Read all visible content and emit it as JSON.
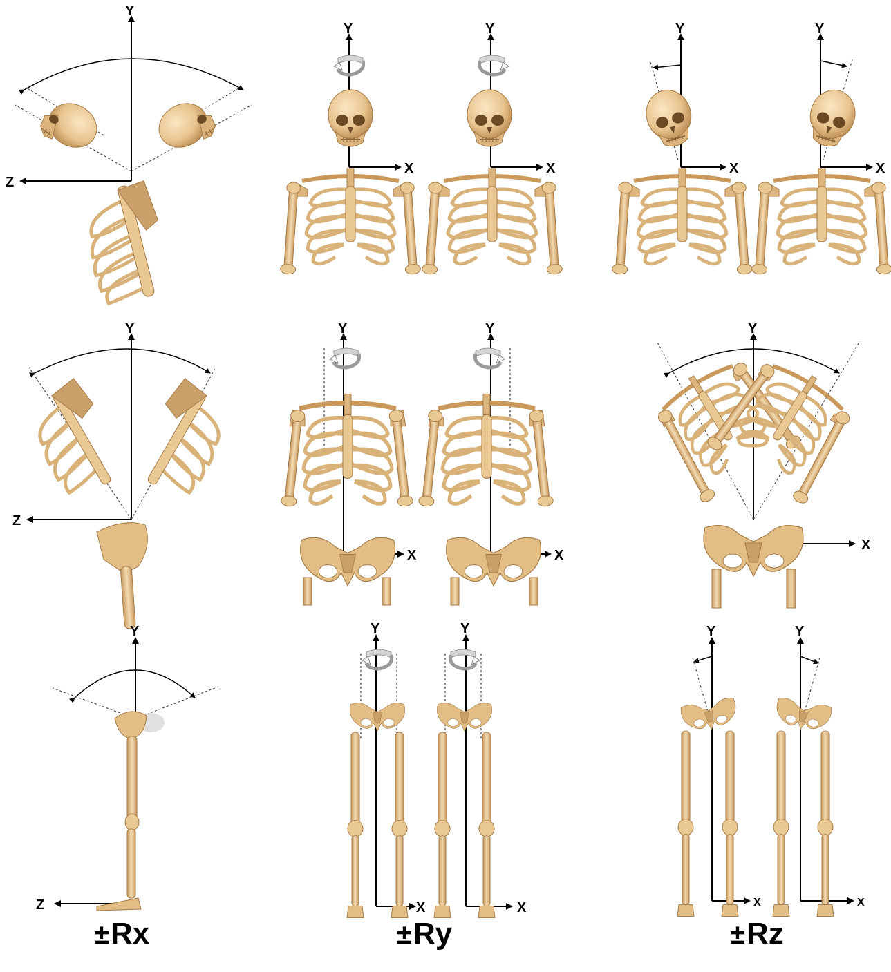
{
  "axis_labels": {
    "y": "Y",
    "x": "X",
    "z": "Z"
  },
  "columns": [
    {
      "plus_minus": "±",
      "name": "Rx"
    },
    {
      "plus_minus": "±",
      "name": "Ry"
    },
    {
      "plus_minus": "±",
      "name": "Rz"
    }
  ],
  "rows": [
    "head",
    "torso",
    "legs"
  ],
  "colors": {
    "bone": "#e8c48f",
    "bone_shadow": "#b8874e",
    "bone_highlight": "#f7e2bf",
    "axis": "#000000",
    "rotation_arrow": "#cfcfcf"
  }
}
